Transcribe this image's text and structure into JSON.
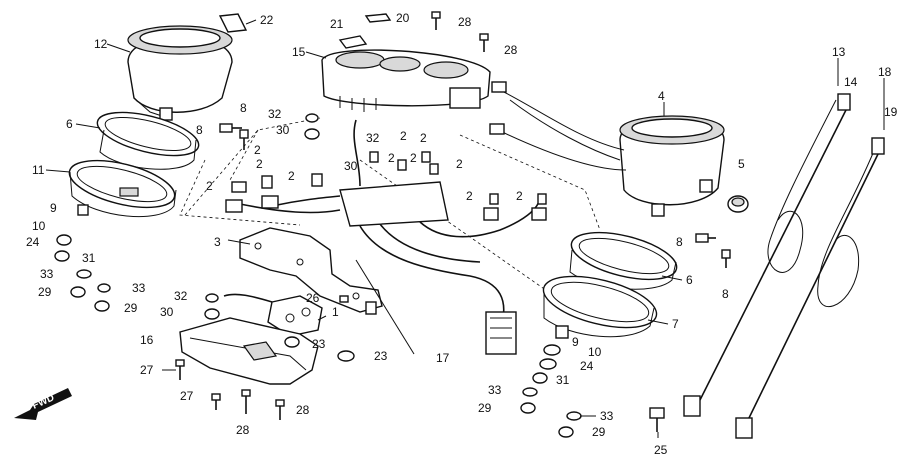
{
  "fwd_label": "FWD",
  "callouts": [
    {
      "id": "c1",
      "text": "1"
    },
    {
      "id": "c2a",
      "text": "2"
    },
    {
      "id": "c2b",
      "text": "2"
    },
    {
      "id": "c2c",
      "text": "2"
    },
    {
      "id": "c2d",
      "text": "2"
    },
    {
      "id": "c2e",
      "text": "2"
    },
    {
      "id": "c2f",
      "text": "2"
    },
    {
      "id": "c2g",
      "text": "2"
    },
    {
      "id": "c2h",
      "text": "2"
    },
    {
      "id": "c2i",
      "text": "2"
    },
    {
      "id": "c2j",
      "text": "2"
    },
    {
      "id": "c2k",
      "text": "2"
    },
    {
      "id": "c3",
      "text": "3"
    },
    {
      "id": "c4",
      "text": "4"
    },
    {
      "id": "c5",
      "text": "5"
    },
    {
      "id": "c6a",
      "text": "6"
    },
    {
      "id": "c6b",
      "text": "6"
    },
    {
      "id": "c7",
      "text": "7"
    },
    {
      "id": "c8a",
      "text": "8"
    },
    {
      "id": "c8b",
      "text": "8"
    },
    {
      "id": "c8c",
      "text": "8"
    },
    {
      "id": "c8d",
      "text": "8"
    },
    {
      "id": "c9a",
      "text": "9"
    },
    {
      "id": "c9b",
      "text": "9"
    },
    {
      "id": "c10a",
      "text": "10"
    },
    {
      "id": "c10b",
      "text": "10"
    },
    {
      "id": "c11",
      "text": "11"
    },
    {
      "id": "c12",
      "text": "12"
    },
    {
      "id": "c13",
      "text": "13"
    },
    {
      "id": "c14",
      "text": "14"
    },
    {
      "id": "c15",
      "text": "15"
    },
    {
      "id": "c16",
      "text": "16"
    },
    {
      "id": "c17",
      "text": "17"
    },
    {
      "id": "c18",
      "text": "18"
    },
    {
      "id": "c19",
      "text": "19"
    },
    {
      "id": "c20",
      "text": "20"
    },
    {
      "id": "c21",
      "text": "21"
    },
    {
      "id": "c22",
      "text": "22"
    },
    {
      "id": "c23a",
      "text": "23"
    },
    {
      "id": "c23b",
      "text": "23"
    },
    {
      "id": "c24a",
      "text": "24"
    },
    {
      "id": "c24b",
      "text": "24"
    },
    {
      "id": "c25",
      "text": "25"
    },
    {
      "id": "c26",
      "text": "26"
    },
    {
      "id": "c27a",
      "text": "27"
    },
    {
      "id": "c27b",
      "text": "27"
    },
    {
      "id": "c28a",
      "text": "28"
    },
    {
      "id": "c28b",
      "text": "28"
    },
    {
      "id": "c28c",
      "text": "28"
    },
    {
      "id": "c28d",
      "text": "28"
    },
    {
      "id": "c29a",
      "text": "29"
    },
    {
      "id": "c29b",
      "text": "29"
    },
    {
      "id": "c29c",
      "text": "29"
    },
    {
      "id": "c29d",
      "text": "29"
    },
    {
      "id": "c30a",
      "text": "30"
    },
    {
      "id": "c30b",
      "text": "30"
    },
    {
      "id": "c30c",
      "text": "30"
    },
    {
      "id": "c31a",
      "text": "31"
    },
    {
      "id": "c31b",
      "text": "31"
    },
    {
      "id": "c32a",
      "text": "32"
    },
    {
      "id": "c32b",
      "text": "32"
    },
    {
      "id": "c32c",
      "text": "32"
    },
    {
      "id": "c33a",
      "text": "33"
    },
    {
      "id": "c33b",
      "text": "33"
    },
    {
      "id": "c33c",
      "text": "33"
    },
    {
      "id": "c33d",
      "text": "33"
    }
  ]
}
